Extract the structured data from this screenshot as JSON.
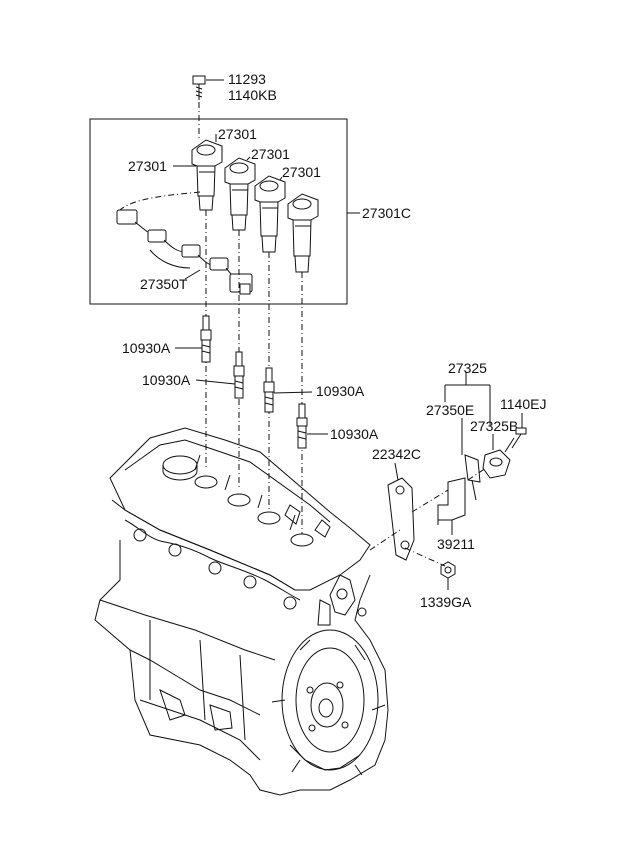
{
  "labels": {
    "bolt_11293": "11293",
    "bolt_1140kb": "1140KB",
    "coil_a": "27301",
    "coil_b": "27301",
    "coil_c": "27301",
    "coil_d": "27301",
    "coil_assy": "27301C",
    "harness": "27350T",
    "plug_a": "10930A",
    "plug_b": "10930A",
    "plug_c": "10930A",
    "plug_d": "10930A",
    "sensor_assy": "27325",
    "sensor_bracket": "27350E",
    "sensor_bolt": "1140EJ",
    "sensor": "27325B",
    "bracket_main": "22342C",
    "bracket_small": "39211",
    "nut": "1339GA"
  }
}
